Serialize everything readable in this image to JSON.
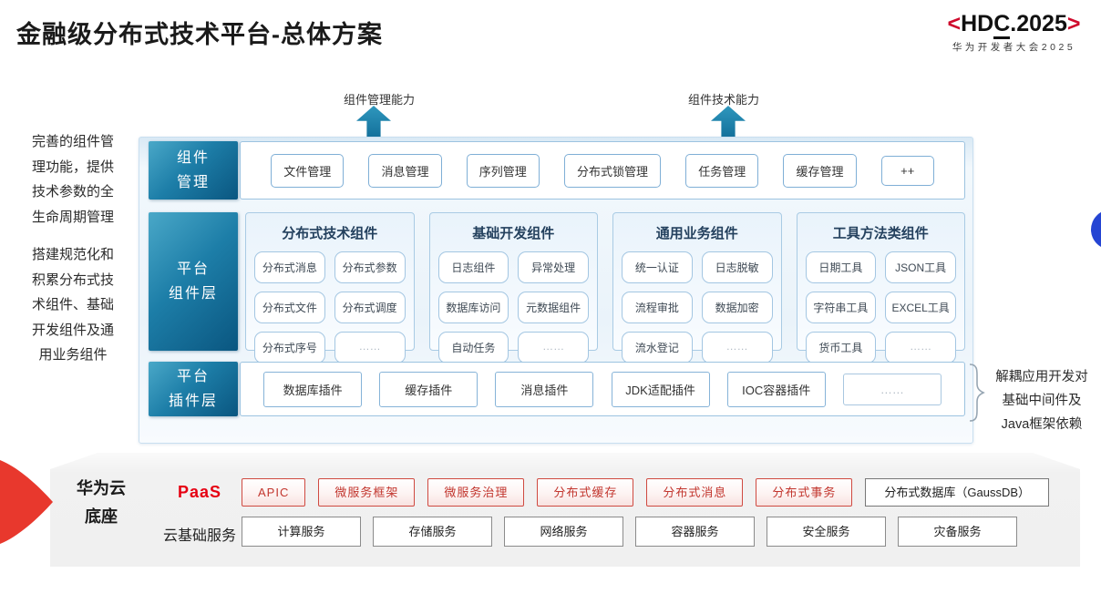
{
  "page_title": "金融级分布式技术平台-总体方案",
  "logo": {
    "bracket_left": "<",
    "part1": "HD",
    "part2": "C",
    "part3": ".2025",
    "bracket_right": ">",
    "subtitle": "华为开发者大会2025"
  },
  "capabilities": {
    "left_label": "组件管理能力",
    "right_label": "组件技术能力"
  },
  "annotations": {
    "left_top_lines": [
      "完善的组件管",
      "理功能，提供",
      "技术参数的全",
      "生命周期管理"
    ],
    "left_bottom_lines": [
      "搭建规范化和",
      "积累分布式技",
      "术组件、基础",
      "开发组件及通",
      "用业务组件"
    ],
    "right_lines": [
      "解耦应用开发对",
      "基础中间件及",
      "Java框架依赖"
    ]
  },
  "layers": {
    "component_mgmt": {
      "label_lines": [
        "组件",
        "管理"
      ],
      "items": [
        "文件管理",
        "消息管理",
        "序列管理",
        "分布式锁管理",
        "任务管理",
        "缓存管理",
        "++"
      ]
    },
    "platform_components": {
      "label_lines": [
        "平台",
        "组件层"
      ],
      "columns": [
        {
          "header": "分布式技术组件",
          "items": [
            "分布式消息",
            "分布式参数",
            "分布式文件",
            "分布式调度",
            "分布式序号",
            "……"
          ]
        },
        {
          "header": "基础开发组件",
          "items": [
            "日志组件",
            "异常处理",
            "数据库访问",
            "元数据组件",
            "自动任务",
            "……"
          ]
        },
        {
          "header": "通用业务组件",
          "items": [
            "统一认证",
            "日志脱敏",
            "流程审批",
            "数据加密",
            "流水登记",
            "……"
          ]
        },
        {
          "header": "工具方法类组件",
          "items": [
            "日期工具",
            "JSON工具",
            "字符串工具",
            "EXCEL工具",
            "货币工具",
            "……"
          ]
        }
      ]
    },
    "platform_plugins": {
      "label_lines": [
        "平台",
        "插件层"
      ],
      "items": [
        "数据库插件",
        "缓存插件",
        "消息插件",
        "JDK适配插件",
        "IOC容器插件",
        "……"
      ]
    }
  },
  "foundation": {
    "label_lines": [
      "华为云",
      "底座"
    ],
    "paas": {
      "label": "PaaS",
      "items": [
        "APIC",
        "微服务框架",
        "微服务治理",
        "分布式缓存",
        "分布式消息",
        "分布式事务"
      ],
      "neutral_item": "分布式数据库（GaussDB）"
    },
    "cloud": {
      "label": "云基础服务",
      "items": [
        "计算服务",
        "存储服务",
        "网络服务",
        "容器服务",
        "安全服务",
        "灾备服务"
      ]
    }
  },
  "colors": {
    "layer_label_gradient_start": "#4AA8C8",
    "layer_label_gradient_end": "#0A5680",
    "arrow_teal": "#15769E",
    "box_border_blue": "#7FAFD6",
    "paas_red": "#C2362E",
    "brand_red": "#CF0A2C",
    "wedge_red": "#E8382D",
    "blue_dot": "#2545D3",
    "panel_gray": "#F0F0F0"
  }
}
